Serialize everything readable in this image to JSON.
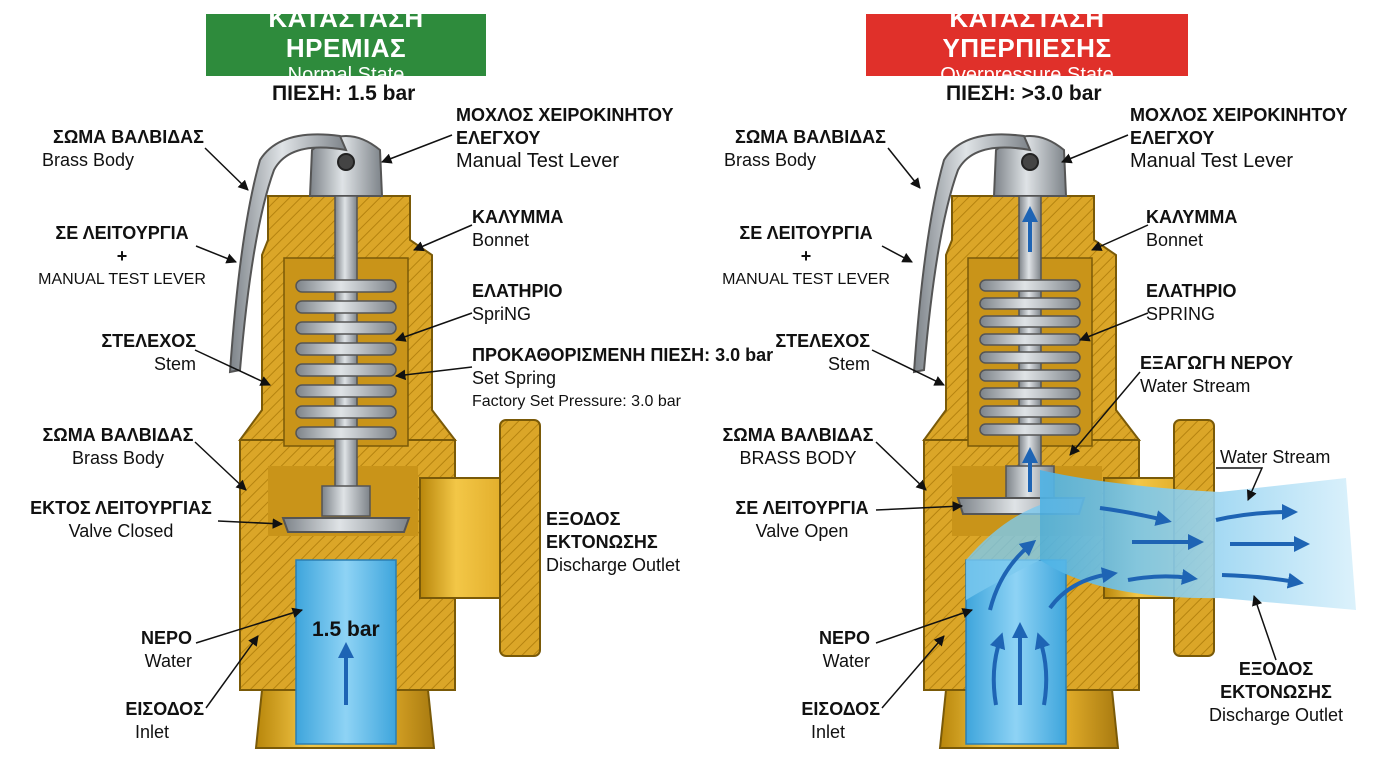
{
  "left": {
    "banner": {
      "greek": "ΚΑΤΑΣΤΑΣΗ ΗΡΕΜΙΑΣ",
      "english": "Normal State",
      "color": "#2e8b3c"
    },
    "pressure": "ΠΙΕΣΗ: 1.5 bar",
    "inner_pressure": "1.5 bar",
    "labels": {
      "body_top": {
        "greek": "ΣΩΜΑ ΒΑΛΒΙΔΑΣ",
        "english": "Brass Body"
      },
      "operation": {
        "greek": "ΣΕ ΛΕΙΤΟΥΡΓΙΑ",
        "plus": "+",
        "english": "MANUAL TEST LEVER"
      },
      "stem": {
        "greek": "ΣΤΕΛΕΧΟΣ",
        "english": "Stem"
      },
      "body_mid": {
        "greek": "ΣΩΜΑ ΒΑΛΒΙΔΑΣ",
        "english": "Brass Body"
      },
      "closed": {
        "greek": "ΕΚΤΟΣ ΛΕΙΤΟΥΡΓΙΑΣ",
        "english": "Valve Closed"
      },
      "water": {
        "greek": "ΝΕΡΟ",
        "english": "Water"
      },
      "inlet": {
        "greek": "ΕΙΣΟΔΟΣ",
        "english": "Inlet"
      },
      "lever": {
        "greek1": "ΜΟΧΛΟΣ ΧΕΙΡΟΚΙΝΗΤΟΥ",
        "greek2": "ΕΛΕΓΧΟΥ",
        "english": "Manual Test Lever"
      },
      "bonnet": {
        "greek": "ΚΑΛΥΜΜΑ",
        "english": "Bonnet"
      },
      "spring": {
        "greek": "ΕΛΑΤΗΡΙΟ",
        "english": "SpriNG"
      },
      "set": {
        "greek": "ΠΡΟΚΑΘΟΡΙΣΜΕΝΗ ΠΙΕΣΗ: 3.0 bar",
        "english": "Set Spring",
        "small": "Factory Set Pressure: 3.0 bar"
      },
      "outlet": {
        "greek1": "ΕΞΟΔΟΣ",
        "greek2": "ΕΚΤΟΝΩΣΗΣ",
        "english": "Discharge Outlet"
      }
    }
  },
  "right": {
    "banner": {
      "greek": "ΚΑΤΑΣΤΑΣΗ ΥΠΕΡΠΙΕΣΗΣ",
      "english": "Overpressure State",
      "color": "#e0302a"
    },
    "pressure": "ΠΙΕΣΗ: >3.0 bar",
    "labels": {
      "body_top": {
        "greek": "ΣΩΜΑ ΒΑΛΒΙΔΑΣ",
        "english": "Brass Body"
      },
      "operation": {
        "greek": "ΣΕ ΛΕΙΤΟΥΡΓΙΑ",
        "plus": "+",
        "english": "MANUAL TEST LEVER"
      },
      "stem": {
        "greek": "ΣΤΕΛΕΧΟΣ",
        "english": "Stem"
      },
      "body_mid": {
        "greek": "ΣΩΜΑ ΒΑΛΒΙΔΑΣ",
        "english": "BRASS BODY"
      },
      "open": {
        "greek": "ΣΕ ΛΕΙΤΟΥΡΓΙΑ",
        "english": "Valve Open"
      },
      "water": {
        "greek": "ΝΕΡΟ",
        "english": "Water"
      },
      "inlet": {
        "greek": "ΕΙΣΟΔΟΣ",
        "english": "Inlet"
      },
      "lever": {
        "greek1": "ΜΟΧΛΟΣ ΧΕΙΡΟΚΙΝΗΤΟΥ",
        "greek2": "ΕΛΕΓΧΟΥ",
        "english": "Manual Test Lever"
      },
      "bonnet": {
        "greek": "ΚΑΛΥΜΜΑ",
        "english": "Bonnet"
      },
      "spring": {
        "greek": "ΕΛΑΤΗΡΙΟ",
        "english": "SPRING"
      },
      "stream": {
        "greek": "ΕΞΑΓΩΓΗ ΝΕΡΟΥ",
        "english": "Water Stream"
      },
      "stream2": {
        "english": "Water Stream"
      },
      "outlet": {
        "greek1": "ΕΞΟΔΟΣ",
        "greek2": "ΕΚΤΟΝΩΣΗΣ",
        "english": "Discharge Outlet"
      }
    }
  },
  "colors": {
    "brass": "#d9a520",
    "brass_dark": "#a87a10",
    "steel": "#9aa0a6",
    "water": "#5ab8e8",
    "arrow": "#1e64b4"
  }
}
